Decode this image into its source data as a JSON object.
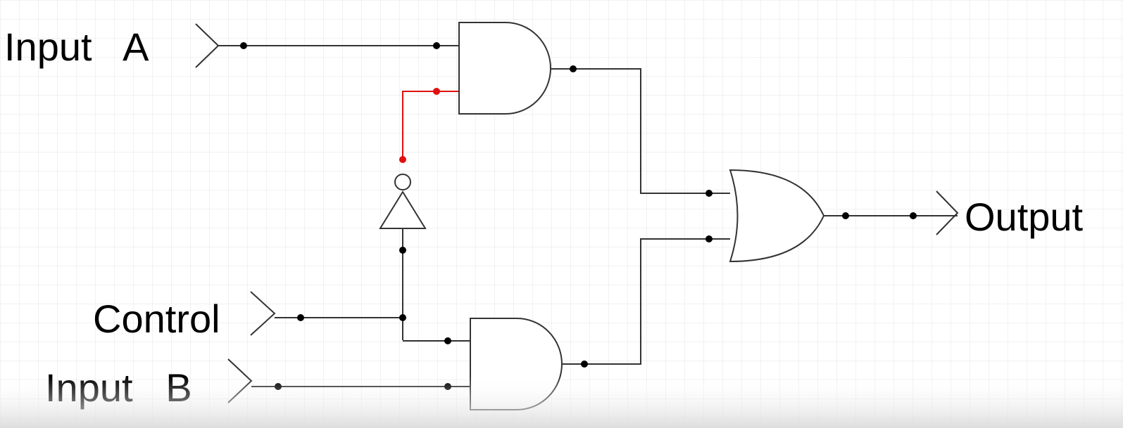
{
  "diagram": {
    "inputs": {
      "input_a": "Input   A",
      "control": "Control",
      "input_b": "Input   B"
    },
    "output": "Output",
    "colors": {
      "background": "#ffffff",
      "grid": "#e4e4e4",
      "wire": "#333333",
      "highlight": "#e01010"
    },
    "components": [
      "and-gate-top",
      "and-gate-bottom",
      "not-gate",
      "or-gate"
    ]
  }
}
